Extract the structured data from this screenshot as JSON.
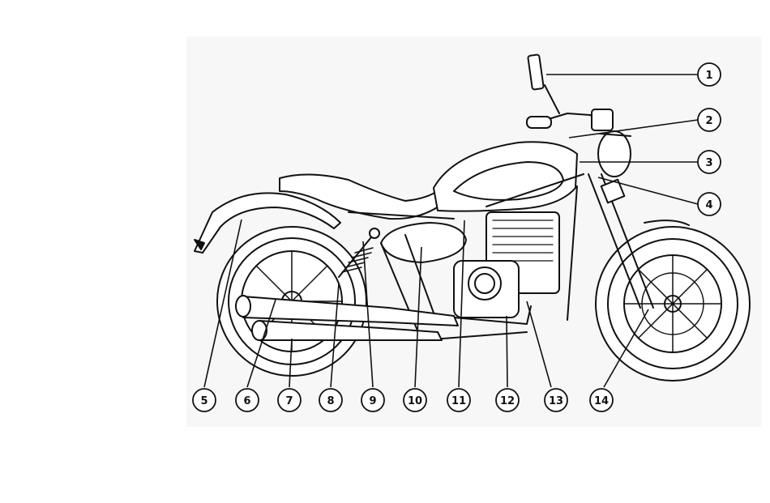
{
  "callouts": [
    {
      "number": "1"
    },
    {
      "number": "2"
    },
    {
      "number": "3"
    },
    {
      "number": "4"
    },
    {
      "number": "5"
    },
    {
      "number": "6"
    },
    {
      "number": "7"
    },
    {
      "number": "8"
    },
    {
      "number": "9"
    },
    {
      "number": "10"
    },
    {
      "number": "11"
    },
    {
      "number": "12"
    },
    {
      "number": "13"
    },
    {
      "number": "14"
    }
  ],
  "colors": {
    "line": "#111111",
    "panel": "#f7f7f7",
    "background": "#ffffff"
  }
}
